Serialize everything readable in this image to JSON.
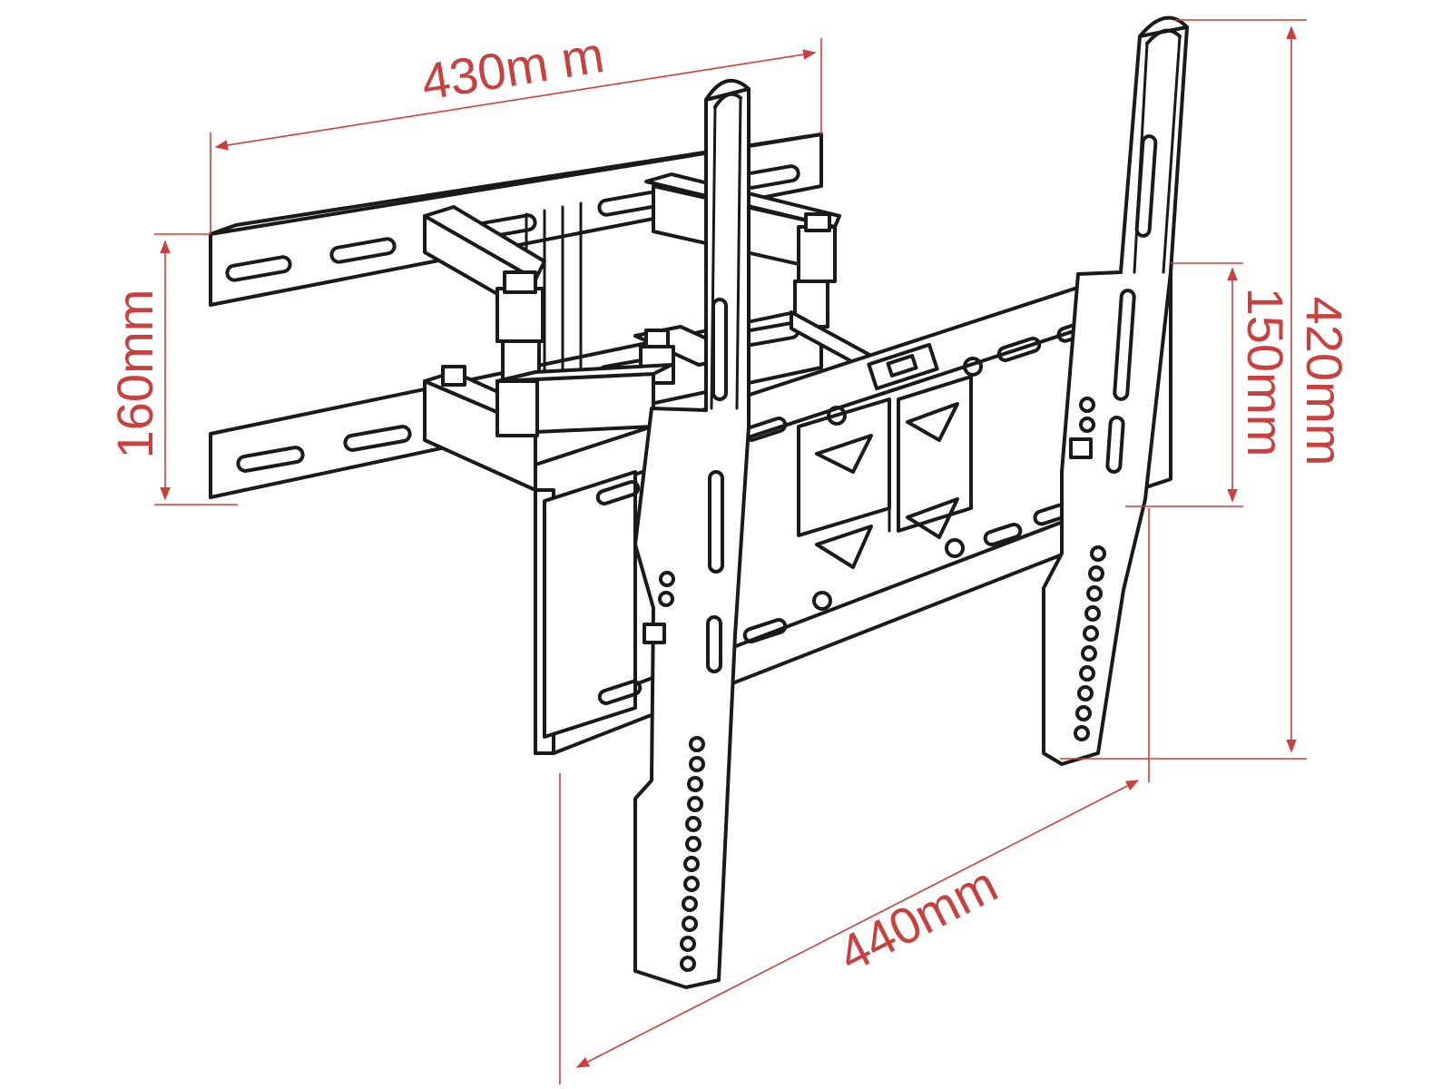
{
  "dimensions": {
    "top_width": "430m m",
    "left_height": "160mm",
    "right_inner_height": "150mm",
    "right_total_height": "420mm",
    "bottom_depth": "440mm"
  },
  "colors": {
    "dimension": "#c9413f",
    "outline": "#1a1a1a",
    "background": "#ffffff"
  }
}
